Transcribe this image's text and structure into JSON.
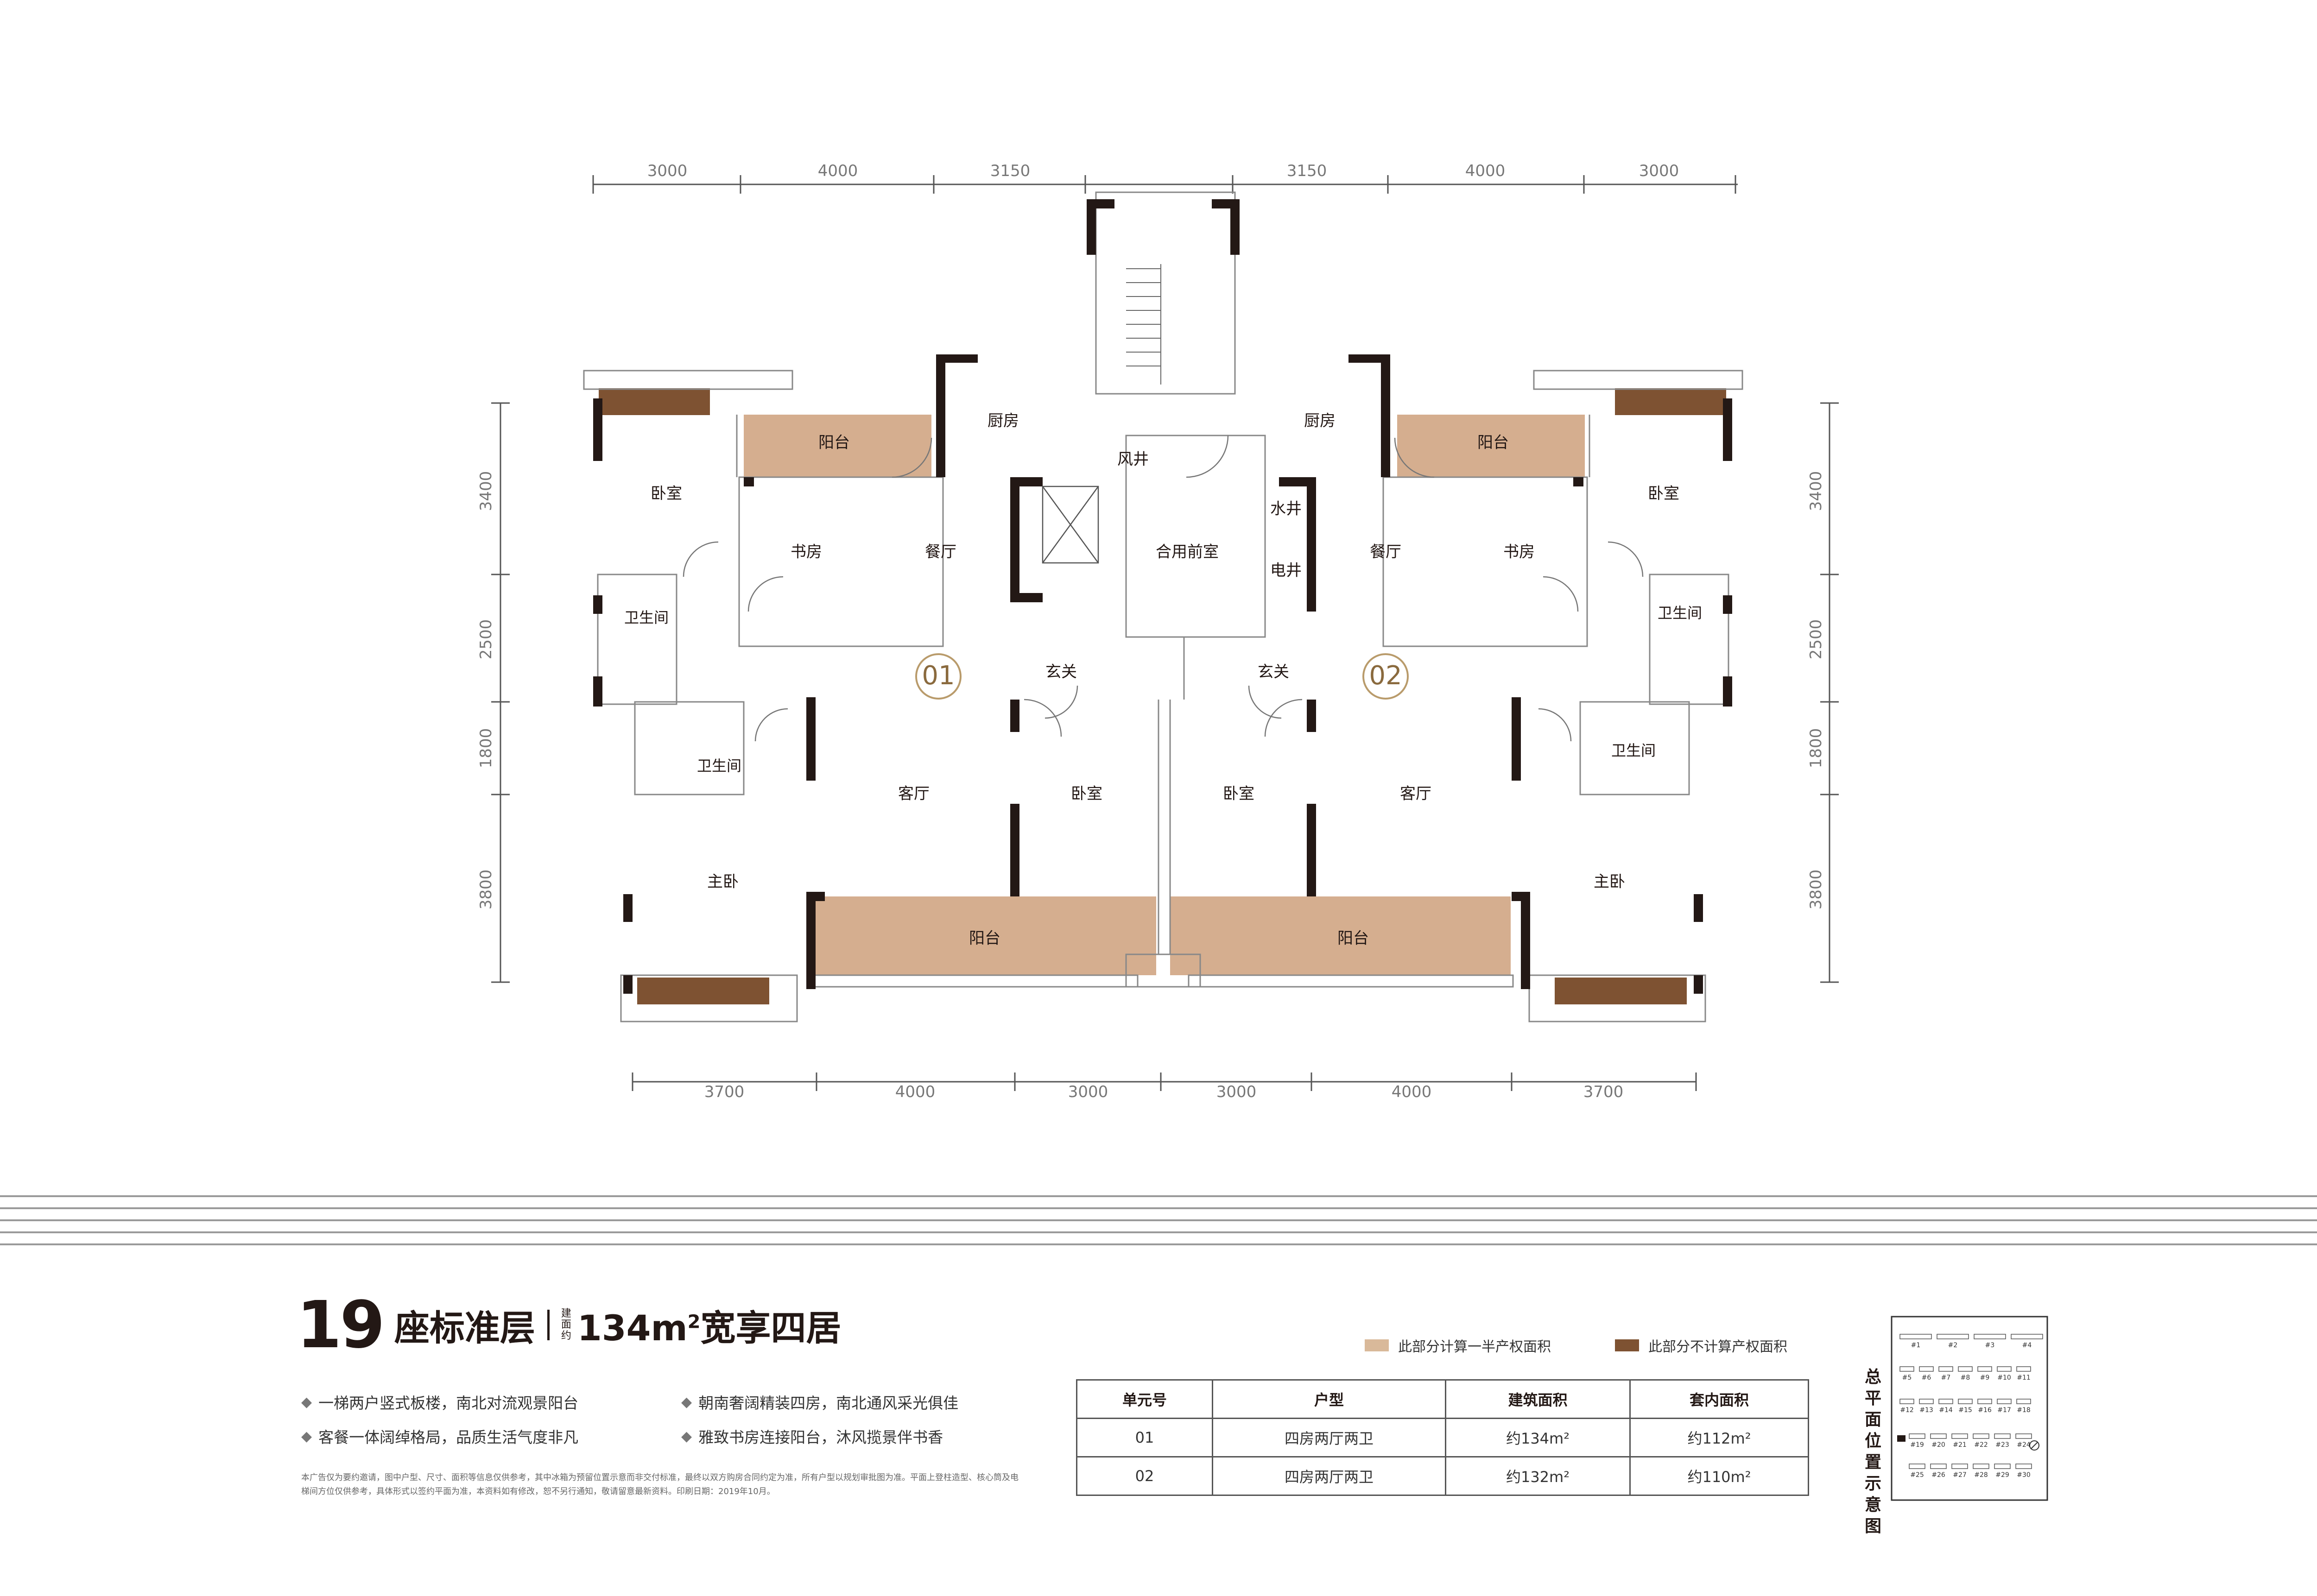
{
  "colors": {
    "half_area": "#D9B99A",
    "no_area": "#7E5232",
    "balcony_fill": "#D5AE8F",
    "wall": "#231815",
    "unit_circle": "#B99B6B"
  },
  "dimensions": {
    "top_left": [
      "3000",
      "4000",
      "3150"
    ],
    "top_right": [
      "3150",
      "4000",
      "3000"
    ],
    "bottom": [
      "3700",
      "4000",
      "3000",
      "3000",
      "4000",
      "3700"
    ],
    "left": [
      "3400",
      "2500",
      "1800",
      "3800"
    ],
    "right": [
      "3400",
      "2500",
      "1800",
      "3800"
    ]
  },
  "rooms": {
    "unit1": {
      "number": "01",
      "bedroom_nw": "卧室",
      "balcony_n": "阳台",
      "kitchen": "厨房",
      "study": "书房",
      "dining": "餐厅",
      "bath_1": "卫生间",
      "bath_2": "卫生间",
      "foyer": "玄关",
      "living": "客厅",
      "bedroom_s": "卧室",
      "master": "主卧",
      "balcony_s": "阳台"
    },
    "unit2": {
      "number": "02",
      "bedroom_ne": "卧室",
      "balcony_n": "阳台",
      "kitchen": "厨房",
      "study": "书房",
      "dining": "餐厅",
      "bath_1": "卫生间",
      "bath_2": "卫生间",
      "foyer": "玄关",
      "living": "客厅",
      "bedroom_s": "卧室",
      "master": "主卧",
      "balcony_s": "阳台"
    },
    "core": {
      "shaft": "风井",
      "lobby": "合用前室",
      "water": "水井",
      "electric": "电井"
    }
  },
  "title": {
    "building_no": "19",
    "floor_label": "座标准层",
    "area_prefix_small": "建面约",
    "area_value": "134m",
    "area_sup": "2",
    "area_suffix": "宽享四居"
  },
  "features": [
    "一梯两户竖式板楼，南北对流观景阳台",
    "朝南奢阔精装四房，南北通风采光俱佳",
    "客餐一体阔绰格局，品质生活气度非凡",
    "雅致书房连接阳台，沐风揽景伴书香"
  ],
  "disclaimer": "本广告仅为要约邀请，图中户型、尺寸、面积等信息仅供参考，其中冰箱为预留位置示意而非交付标准，最终以双方购房合同约定为准，所有户型以规划审批图为准。平面上登柱造型、核心筒及电梯间方位仅供参考，具体形式以签约平面为准，本资料如有修改，恕不另行通知，敬请留意最新资料。印刷日期：2019年10月。",
  "legend": {
    "half_label": "此部分计算一半产权面积",
    "none_label": "此部分不计算产权面积"
  },
  "table": {
    "headers": [
      "单元号",
      "户型",
      "建筑面积",
      "套内面积"
    ],
    "rows": [
      [
        "01",
        "四房两厅两卫",
        "约134m²",
        "约112m²"
      ],
      [
        "02",
        "四房两厅两卫",
        "约132m²",
        "约110m²"
      ]
    ]
  },
  "site_plan": {
    "label": "总平面位置示意图",
    "buildings": [
      "#1",
      "#2",
      "#3",
      "#4",
      "#5",
      "#6",
      "#7",
      "#8",
      "#9",
      "#10",
      "#11",
      "#12",
      "#13",
      "#14",
      "#15",
      "#16",
      "#17",
      "#18",
      "#19",
      "#20",
      "#21",
      "#22",
      "#23",
      "#24",
      "#25",
      "#26",
      "#27",
      "#28",
      "#29",
      "#30"
    ]
  }
}
